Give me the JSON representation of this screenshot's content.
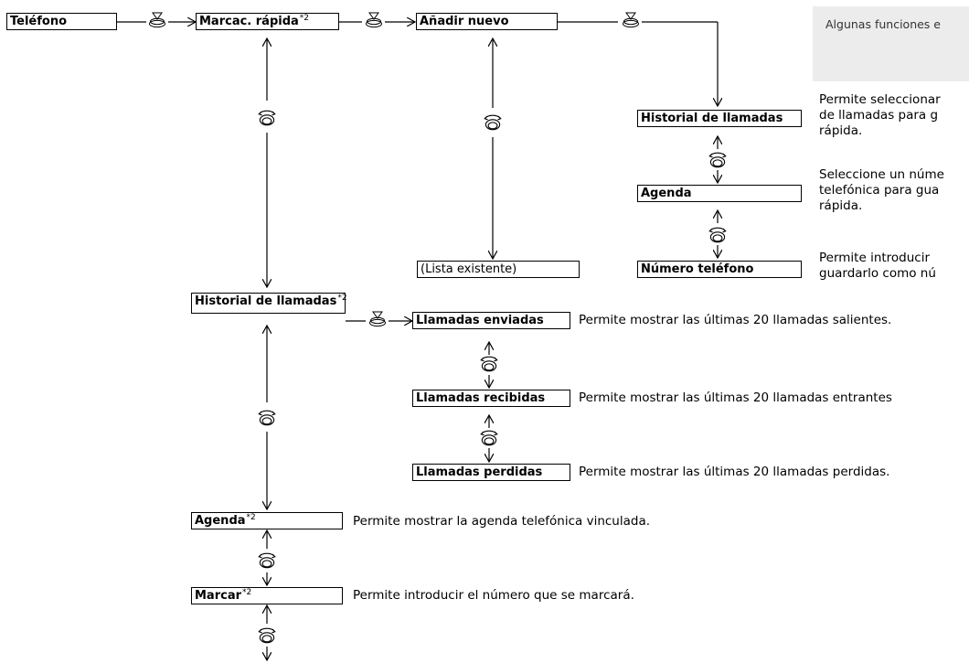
{
  "note": {
    "text": "Algunas funciones e"
  },
  "nodes": {
    "telefono": {
      "label": "Teléfono",
      "sup": ""
    },
    "marcacion_rapida": {
      "label": "Marcac. rápida",
      "sup": "*2"
    },
    "anadir_nuevo": {
      "label": "Añadir nuevo",
      "sup": ""
    },
    "lista_existente": {
      "label": "(Lista existente)",
      "sup": ""
    },
    "historial_llamadas_sub": {
      "label": "Historial de llamadas",
      "sup": ""
    },
    "agenda_sub": {
      "label": "Agenda",
      "sup": ""
    },
    "numero_telefono": {
      "label": "Número teléfono",
      "sup": ""
    },
    "historial_llamadas": {
      "label": "Historial de llamadas",
      "sup": "*2"
    },
    "llamadas_enviadas": {
      "label": "Llamadas enviadas",
      "sup": ""
    },
    "llamadas_recibidas": {
      "label": "Llamadas recibidas",
      "sup": ""
    },
    "llamadas_perdidas": {
      "label": "Llamadas perdidas",
      "sup": ""
    },
    "agenda": {
      "label": "Agenda",
      "sup": "*2"
    },
    "marcar": {
      "label": "Marcar",
      "sup": "*2"
    }
  },
  "descriptions": {
    "historial_sub": [
      "Permite seleccionar",
      "de llamadas para g",
      "rápida."
    ],
    "agenda_sub": [
      "Seleccione un núme",
      "telefónica para gua",
      "rápida."
    ],
    "numero_telefono": [
      "Permite introducir",
      "guardarlo como nú"
    ],
    "llamadas_enviadas": "Permite mostrar las últimas 20 llamadas salientes.",
    "llamadas_recibidas": "Permite mostrar las últimas 20 llamadas entrantes",
    "llamadas_perdidas": "Permite mostrar las últimas 20 llamadas perdidas.",
    "agenda": "Permite mostrar la agenda telefónica vinculada.",
    "marcar": "Permite introducir el número que se marcará."
  },
  "icons": {
    "press": "press-knob-icon",
    "rotate": "rotate-knob-icon"
  }
}
